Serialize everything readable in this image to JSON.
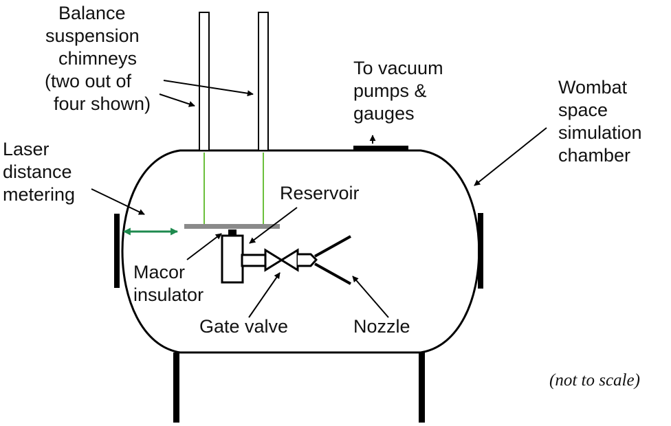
{
  "labels": {
    "balance": [
      "Balance",
      "suspension",
      "chimneys",
      "(two out of",
      "four shown)"
    ],
    "pumps": [
      "To vacuum",
      "pumps &",
      "gauges"
    ],
    "chamber": [
      "Wombat",
      "space",
      "simulation",
      "chamber"
    ],
    "laser": [
      "Laser",
      "distance",
      "metering"
    ],
    "reservoir": "Reservoir",
    "macor": [
      "Macor",
      "insulator"
    ],
    "gate_valve": "Gate valve",
    "nozzle": "Nozzle",
    "note": "(not to scale)"
  },
  "colors": {
    "line": "#000000",
    "suspension_fiber": "#6abf3a",
    "laser_arrow": "#1e8a4e",
    "balance_plate": "#8a8a8a"
  }
}
